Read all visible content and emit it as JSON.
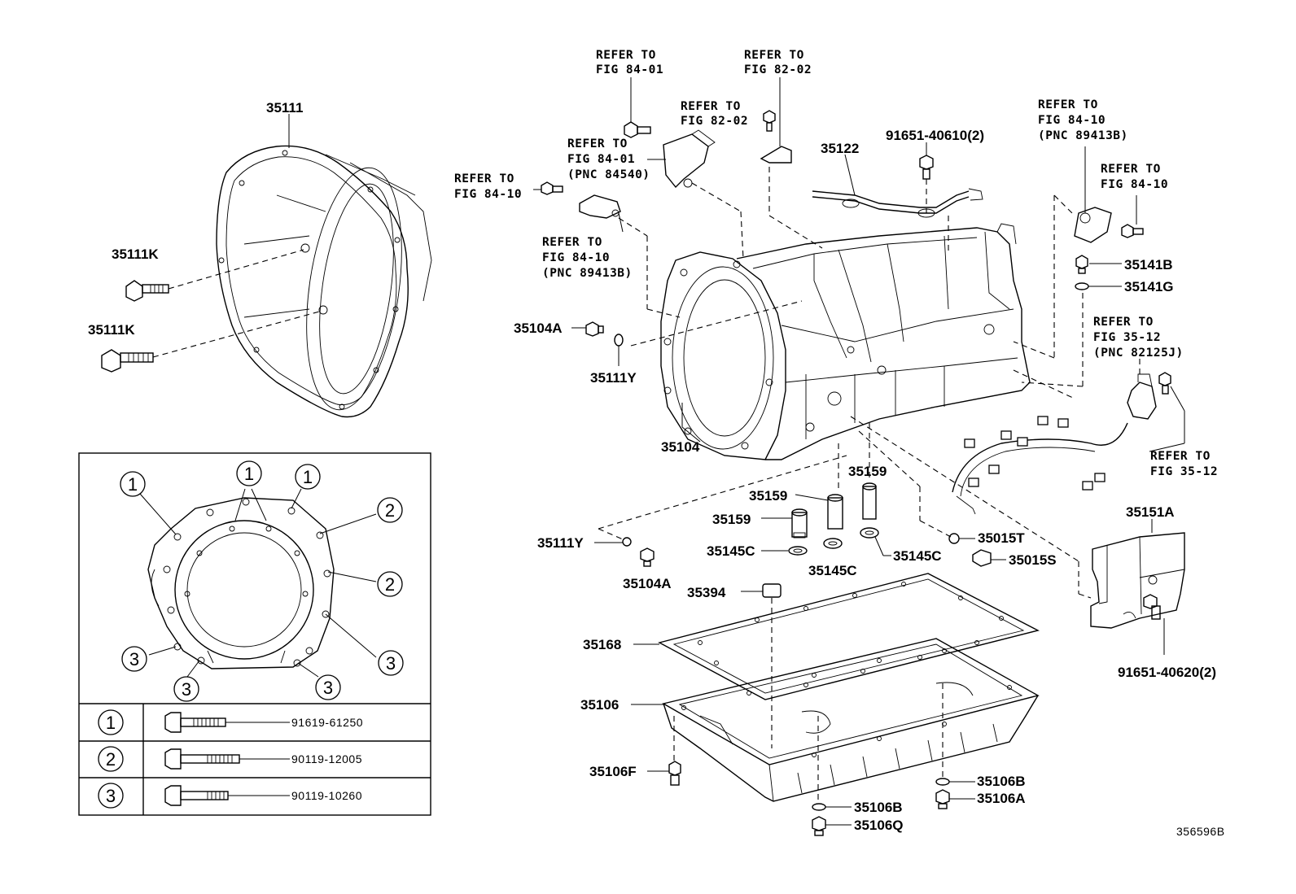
{
  "labels": {
    "p35111": "35111",
    "p35111K_a": "35111K",
    "p35111K_b": "35111K",
    "p35104A_a": "35104A",
    "p35111Y_a": "35111Y",
    "p35104": "35104",
    "p35122": "35122",
    "p91651_40610": "91651-40610(2)",
    "p35141B": "35141B",
    "p35141G": "35141G",
    "p35159_a": "35159",
    "p35159_b": "35159",
    "p35159_c": "35159",
    "p35145C_a": "35145C",
    "p35145C_b": "35145C",
    "p35145C_c": "35145C",
    "p35111Y_b": "35111Y",
    "p35104A_b": "35104A",
    "p35015T": "35015T",
    "p35015S": "35015S",
    "p35394": "35394",
    "p35168": "35168",
    "p35106": "35106",
    "p35106F": "35106F",
    "p35106B_a": "35106B",
    "p35106A": "35106A",
    "p35106B_b": "35106B",
    "p35106Q": "35106Q",
    "p35151A": "35151A",
    "p91651_40620": "91651-40620(2)",
    "figure_id": "356596B"
  },
  "refs": {
    "r1": [
      "REFER TO",
      "FIG 84-01"
    ],
    "r2": [
      "REFER TO",
      "FIG 82-02"
    ],
    "r3": [
      "REFER TO",
      "FIG 82-02"
    ],
    "r4": [
      "REFER TO",
      "FIG 84-01",
      "(PNC 84540)"
    ],
    "r5": [
      "REFER TO",
      "FIG 84-10"
    ],
    "r6": [
      "REFER TO",
      "FIG 84-10",
      "(PNC 89413B)"
    ],
    "r7": [
      "REFER TO",
      "FIG 84-10",
      "(PNC 89413B)"
    ],
    "r8": [
      "REFER TO",
      "FIG 84-10"
    ],
    "r9": [
      "REFER TO",
      "FIG 35-12",
      "(PNC 82125J)"
    ],
    "r10": [
      "REFER TO",
      "FIG 35-12"
    ]
  },
  "bolt_table": {
    "rows": [
      {
        "num": "1",
        "part": "91619-61250"
      },
      {
        "num": "2",
        "part": "90119-12005"
      },
      {
        "num": "3",
        "part": "90119-10260"
      }
    ]
  },
  "inset_callouts": [
    "1",
    "1",
    "1",
    "2",
    "2",
    "3",
    "3",
    "3",
    "3"
  ]
}
